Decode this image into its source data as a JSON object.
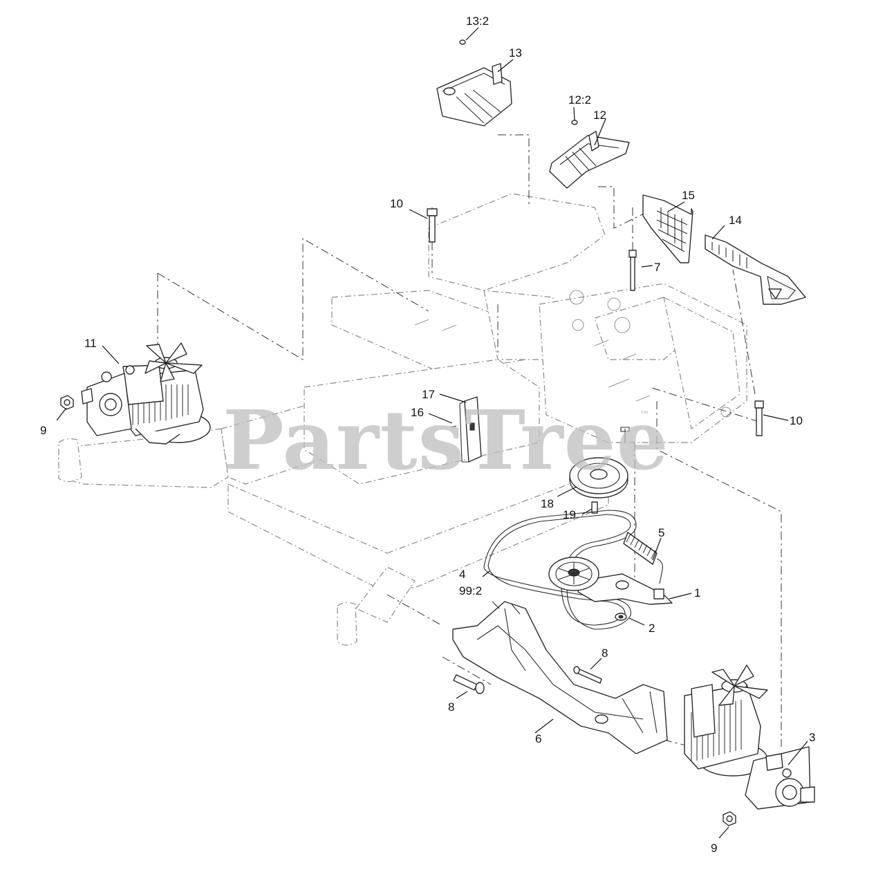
{
  "watermark": {
    "text": "PartsTree",
    "trademark": "™"
  },
  "callouts": {
    "c1": "1",
    "c2": "2",
    "c3": "3",
    "c4": "4",
    "c4b": "99:2",
    "c5": "5",
    "c6": "6",
    "c7": "7",
    "c8a": "8",
    "c8b": "8",
    "c9a": "9",
    "c9b": "9",
    "c10a": "10",
    "c10b": "10",
    "c11": "11",
    "c12": "12",
    "c12b": "12:2",
    "c13": "13",
    "c13b": "13:2",
    "c14": "14",
    "c15": "15",
    "c16": "16",
    "c17": "17",
    "c18": "18",
    "c19": "19"
  }
}
